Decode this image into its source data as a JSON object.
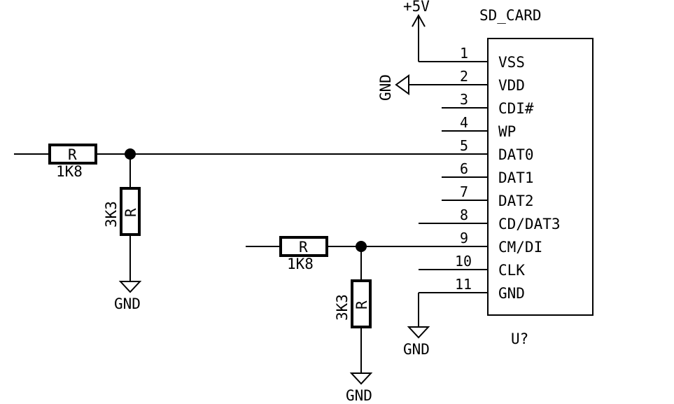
{
  "component": {
    "name": "SD_CARD",
    "reference": "U?",
    "pins": [
      {
        "number": "1",
        "name": "VSS"
      },
      {
        "number": "2",
        "name": "VDD"
      },
      {
        "number": "3",
        "name": "CDI#"
      },
      {
        "number": "4",
        "name": "WP"
      },
      {
        "number": "5",
        "name": "DAT0"
      },
      {
        "number": "6",
        "name": "DAT1"
      },
      {
        "number": "7",
        "name": "DAT2"
      },
      {
        "number": "8",
        "name": "CD/DAT3"
      },
      {
        "number": "9",
        "name": "CM/DI"
      },
      {
        "number": "10",
        "name": "CLK"
      },
      {
        "number": "11",
        "name": "GND"
      }
    ]
  },
  "power": {
    "vcc_label": "+5V",
    "gnd_label": "GND"
  },
  "resistors": [
    {
      "symbol": "R",
      "value": "1K8"
    },
    {
      "symbol": "R",
      "value": "3K3"
    },
    {
      "symbol": "R",
      "value": "1K8"
    },
    {
      "symbol": "R",
      "value": "3K3"
    }
  ]
}
